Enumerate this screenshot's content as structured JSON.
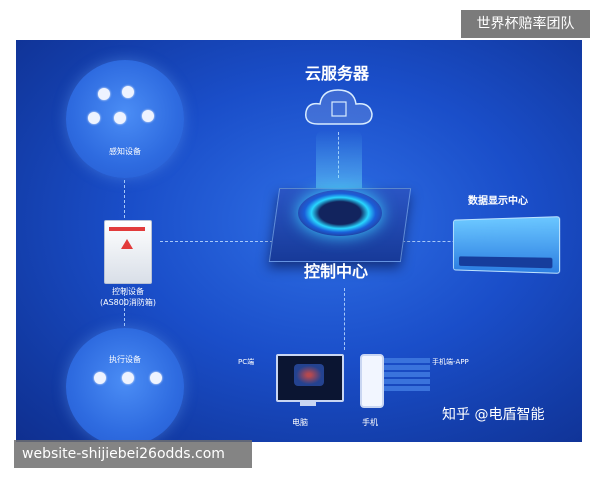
{
  "watermark_top": "世界杯赔率团队",
  "watermark_bottom": "website-shijiebei26odds.com",
  "cloud_label": "云服务器",
  "center_label": "控制中心",
  "sensing_label": "感知设备",
  "control_device_label": "控制设备",
  "control_device_model": "(AS800消防箱)",
  "execution_label": "执行设备",
  "data_display_label": "数据显示中心",
  "pc_label": "PC端",
  "computer_label": "电脑",
  "phone_label": "手机",
  "mobile_app_label": "手机端-APP",
  "brand_label": "知乎 @电盾智能"
}
